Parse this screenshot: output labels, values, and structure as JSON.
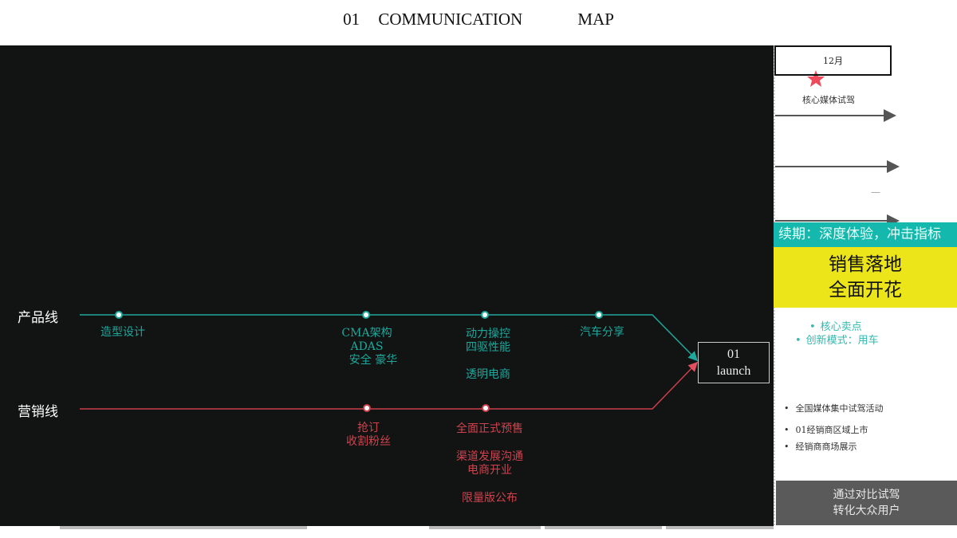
{
  "header": {
    "number": "01",
    "word1": "COMMUNICATION",
    "word2": "MAP"
  },
  "lines": {
    "product_label": "产品线",
    "marketing_label": "营销线",
    "product_color": "#1fa89c",
    "marketing_color": "#d0434e",
    "product_nodes": [
      {
        "text": [
          "造型设计"
        ]
      },
      {
        "text": [
          "CMA架构",
          "ADAS",
          "安全 豪华"
        ]
      },
      {
        "text": [
          "动力操控",
          "四驱性能",
          "",
          "透明电商"
        ]
      },
      {
        "text": [
          "汽车分享"
        ]
      }
    ],
    "marketing_nodes": [
      {
        "text": [
          "抢订",
          "收割粉丝"
        ]
      },
      {
        "text": [
          "全面正式预售",
          "",
          "渠道发展沟通",
          "电商开业",
          "",
          "限量版公布"
        ]
      }
    ]
  },
  "launch": {
    "line1": "01",
    "line2": "launch"
  },
  "right": {
    "month": "12月",
    "star_label": "核心媒体试驾",
    "dash": "—",
    "cyan_banner": "续期：深度体验，冲击指标",
    "yellow_line1": "销售落地",
    "yellow_line2": "全面开花",
    "teal_bullets": [
      "核心卖点",
      "创新模式：用车"
    ],
    "bullets": [
      "全国媒体集中试驾活动",
      "01经销商区域上市",
      "经销商商场展示"
    ],
    "gray_line1": "通过对比试驾",
    "gray_line2": "转化大众用户"
  }
}
